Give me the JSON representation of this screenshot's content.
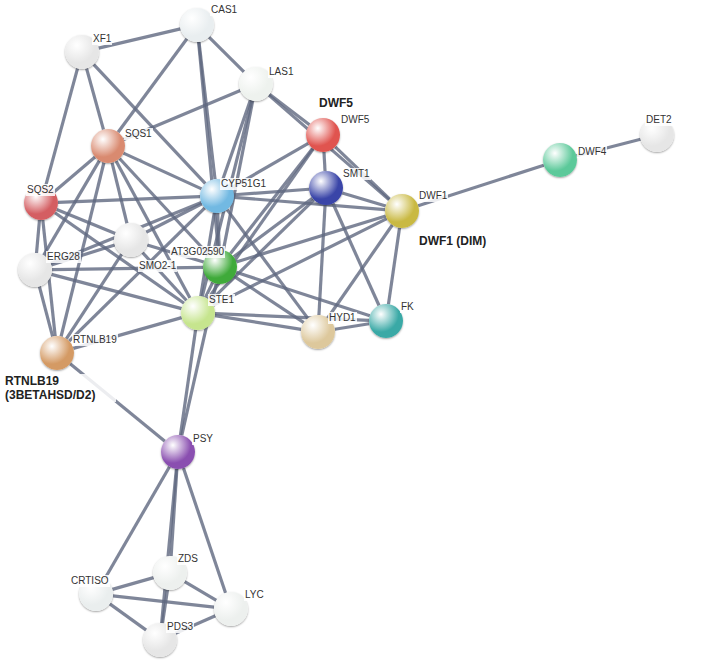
{
  "diagram": {
    "nodes": [
      {
        "text": [
          "CAS1"
        ]
      },
      {
        "text": [
          "XF1"
        ]
      },
      {
        "text": [
          "LAS1"
        ]
      },
      {
        "text": [
          "DWF5",
          "DWF5"
        ]
      },
      {
        "text": [
          "DET2"
        ]
      },
      {
        "text": [
          "SQS1"
        ]
      },
      {
        "text": [
          "DWF4"
        ]
      },
      {
        "text": [
          "SMT1"
        ]
      },
      {
        "text": [
          "CYP51G1"
        ]
      },
      {
        "text": [
          "SQS2"
        ]
      },
      {
        "text": [
          "DWF1",
          "DWF1 (DIM)"
        ]
      },
      {
        "text": [
          "SMO2-1"
        ]
      },
      {
        "text": [
          "AT3G02590"
        ]
      },
      {
        "text": [
          "ERG28"
        ]
      },
      {
        "text": [
          "STE1"
        ]
      },
      {
        "text": [
          "FK"
        ]
      },
      {
        "text": [
          "HYD1"
        ]
      },
      {
        "text": [
          "RTNLB19",
          "RTNLB19 (3BETAHSD/D2)"
        ]
      },
      {
        "text": [
          "PSY"
        ]
      },
      {
        "text": [
          "ZDS"
        ]
      },
      {
        "text": [
          "CRTISO"
        ]
      },
      {
        "text": [
          "LYC"
        ]
      },
      {
        "text": [
          "PDS3"
        ]
      }
    ],
    "edges": [
      {
        "from": 1,
        "to": 0,
        "arrow": "none"
      },
      {
        "from": 1,
        "to": 5,
        "arrow": "none"
      },
      {
        "from": 1,
        "to": 9,
        "arrow": "none"
      },
      {
        "from": 1,
        "to": 8,
        "arrow": "none"
      },
      {
        "from": 0,
        "to": 2,
        "arrow": "none"
      },
      {
        "from": 0,
        "to": 5,
        "arrow": "none"
      },
      {
        "from": 0,
        "to": 8,
        "arrow": "none"
      },
      {
        "from": 0,
        "to": 12,
        "arrow": "none"
      },
      {
        "from": 2,
        "to": 5,
        "arrow": "none"
      },
      {
        "from": 2,
        "to": 8,
        "arrow": "none"
      },
      {
        "from": 2,
        "to": 3,
        "arrow": "none"
      },
      {
        "from": 2,
        "to": 10,
        "arrow": "none"
      },
      {
        "from": 2,
        "to": 14,
        "arrow": "none"
      },
      {
        "from": 2,
        "to": 12,
        "arrow": "none"
      },
      {
        "from": 5,
        "to": 9,
        "arrow": "none"
      },
      {
        "from": 5,
        "to": 8,
        "arrow": "none"
      },
      {
        "from": 5,
        "to": 11,
        "arrow": "none"
      },
      {
        "from": 5,
        "to": 13,
        "arrow": "none"
      },
      {
        "from": 5,
        "to": 14,
        "arrow": "none"
      },
      {
        "from": 5,
        "to": 12,
        "arrow": "none"
      },
      {
        "from": 5,
        "to": 17,
        "arrow": "none"
      },
      {
        "from": 9,
        "to": 8,
        "arrow": "none"
      },
      {
        "from": 9,
        "to": 11,
        "arrow": "none"
      },
      {
        "from": 9,
        "to": 14,
        "arrow": "none"
      },
      {
        "from": 9,
        "to": 17,
        "arrow": "none"
      },
      {
        "from": 9,
        "to": 13,
        "arrow": "none"
      },
      {
        "from": 8,
        "to": 3,
        "arrow": "none"
      },
      {
        "from": 8,
        "to": 7,
        "arrow": "none"
      },
      {
        "from": 8,
        "to": 10,
        "arrow": "none"
      },
      {
        "from": 8,
        "to": 12,
        "arrow": "none"
      },
      {
        "from": 8,
        "to": 14,
        "arrow": "none"
      },
      {
        "from": 8,
        "to": 11,
        "arrow": "none"
      },
      {
        "from": 8,
        "to": 13,
        "arrow": "none"
      },
      {
        "from": 8,
        "to": 17,
        "arrow": "none"
      },
      {
        "from": 8,
        "to": 16,
        "arrow": "none"
      },
      {
        "from": 3,
        "to": 7,
        "arrow": "none"
      },
      {
        "from": 3,
        "to": 10,
        "arrow": "none"
      },
      {
        "from": 3,
        "to": 12,
        "arrow": "none"
      },
      {
        "from": 3,
        "to": 14,
        "arrow": "none"
      },
      {
        "from": 7,
        "to": 10,
        "arrow": "none"
      },
      {
        "from": 7,
        "to": 12,
        "arrow": "none"
      },
      {
        "from": 7,
        "to": 16,
        "arrow": "none"
      },
      {
        "from": 7,
        "to": 15,
        "arrow": "none"
      },
      {
        "from": 7,
        "to": 14,
        "arrow": "none"
      },
      {
        "from": 10,
        "to": 6,
        "arrow": "none"
      },
      {
        "from": 10,
        "to": 12,
        "arrow": "none"
      },
      {
        "from": 10,
        "to": 14,
        "arrow": "none"
      },
      {
        "from": 10,
        "to": 16,
        "arrow": "none"
      },
      {
        "from": 10,
        "to": 15,
        "arrow": "none"
      },
      {
        "from": 6,
        "to": 4,
        "arrow": "none"
      },
      {
        "from": 11,
        "to": 13,
        "arrow": "none"
      },
      {
        "from": 11,
        "to": 14,
        "arrow": "none"
      },
      {
        "from": 11,
        "to": 12,
        "arrow": "none"
      },
      {
        "from": 11,
        "to": 17,
        "arrow": "none"
      },
      {
        "from": 13,
        "to": 14,
        "arrow": "none"
      },
      {
        "from": 13,
        "to": 17,
        "arrow": "none"
      },
      {
        "from": 13,
        "to": 12,
        "arrow": "none"
      },
      {
        "from": 12,
        "to": 14,
        "arrow": "none"
      },
      {
        "from": 12,
        "to": 16,
        "arrow": "none"
      },
      {
        "from": 12,
        "to": 15,
        "arrow": "none"
      },
      {
        "from": 12,
        "to": 18,
        "arrow": "none"
      },
      {
        "from": 14,
        "to": 16,
        "arrow": "none"
      },
      {
        "from": 14,
        "to": 15,
        "arrow": "none"
      },
      {
        "from": 14,
        "to": 18,
        "arrow": "none"
      },
      {
        "from": 14,
        "to": 17,
        "arrow": "none"
      },
      {
        "from": 16,
        "to": 15,
        "arrow": "none"
      },
      {
        "from": 17,
        "to": 18,
        "arrow": "none"
      },
      {
        "from": 18,
        "to": 20,
        "arrow": "none"
      },
      {
        "from": 18,
        "to": 19,
        "arrow": "none"
      },
      {
        "from": 18,
        "to": 21,
        "arrow": "none"
      },
      {
        "from": 18,
        "to": 22,
        "arrow": "none"
      },
      {
        "from": 20,
        "to": 19,
        "arrow": "none"
      },
      {
        "from": 20,
        "to": 21,
        "arrow": "none"
      },
      {
        "from": 20,
        "to": 22,
        "arrow": "none"
      },
      {
        "from": 19,
        "to": 21,
        "arrow": "none"
      },
      {
        "from": 19,
        "to": 22,
        "arrow": "none"
      },
      {
        "from": 21,
        "to": 22,
        "arrow": "none"
      }
    ]
  }
}
